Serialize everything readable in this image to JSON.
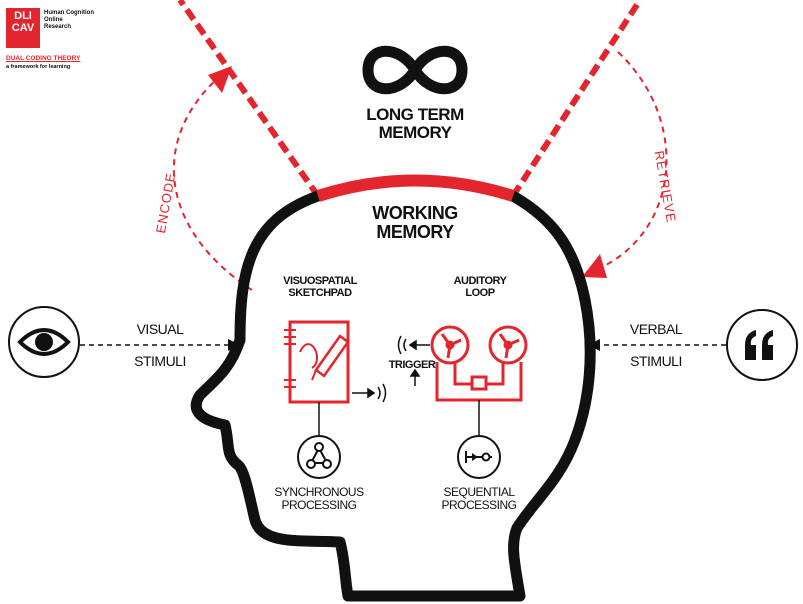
{
  "logo": {
    "mark_top": "DLI",
    "mark_bottom": "CAV",
    "lines": [
      "Human Cognition",
      "Online",
      "Research"
    ],
    "title": "DUAL CODING THEORY",
    "subtitle": "a framework for learning"
  },
  "labels": {
    "long_term_memory": [
      "LONG TERM",
      "MEMORY"
    ],
    "working_memory": [
      "WORKING",
      "MEMORY"
    ],
    "encode": "ENCODE",
    "retrieve": "RETRIEVE",
    "visuospatial": [
      "VISUOSPATIAL",
      "SKETCHPAD"
    ],
    "auditory": [
      "AUDITORY",
      "LOOP"
    ],
    "trigger": "TRIGGER",
    "visual_top": "VISUAL",
    "visual_bottom": "STIMULI",
    "verbal_top": "VERBAL",
    "verbal_bottom": "STIMULI",
    "synchronous": [
      "SYNCHRONOUS",
      "PROCESSING"
    ],
    "sequential": [
      "SEQUENTIAL",
      "PROCESSING"
    ]
  },
  "icons": {
    "infinity": "infinity-icon",
    "eye": "eye-icon",
    "quote": "quote-icon",
    "sketchpad": "sketchpad-icon",
    "reels": "tape-reel-icon",
    "network": "network-icon",
    "sequence": "sequence-icon"
  },
  "colors": {
    "accent": "#e3262d",
    "ink": "#111111"
  }
}
